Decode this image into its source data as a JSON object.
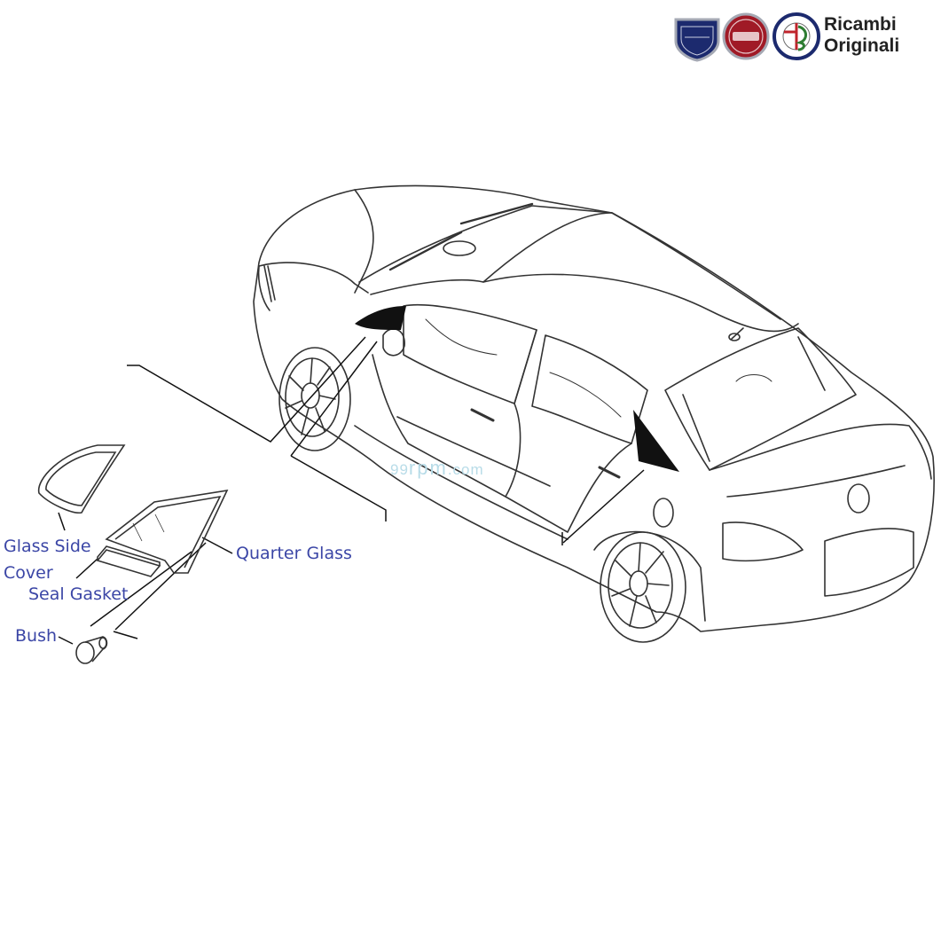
{
  "brand": {
    "line1": "Ricambi",
    "line2": "Originali",
    "logos": [
      "lancia-logo",
      "fiat-logo",
      "alfa-romeo-logo"
    ]
  },
  "watermark": {
    "prefix": "99",
    "main": "rpm",
    "suffix": ".com"
  },
  "callouts": {
    "glass_side_cover_line1": "Glass Side",
    "glass_side_cover_line2": "Cover",
    "seal_gasket": "Seal Gasket",
    "quarter_glass": "Quarter Glass",
    "bush": "Bush"
  },
  "colors": {
    "callout_text": "#3b46a6",
    "line_art": "#333333",
    "watermark": "#b8dce8"
  }
}
